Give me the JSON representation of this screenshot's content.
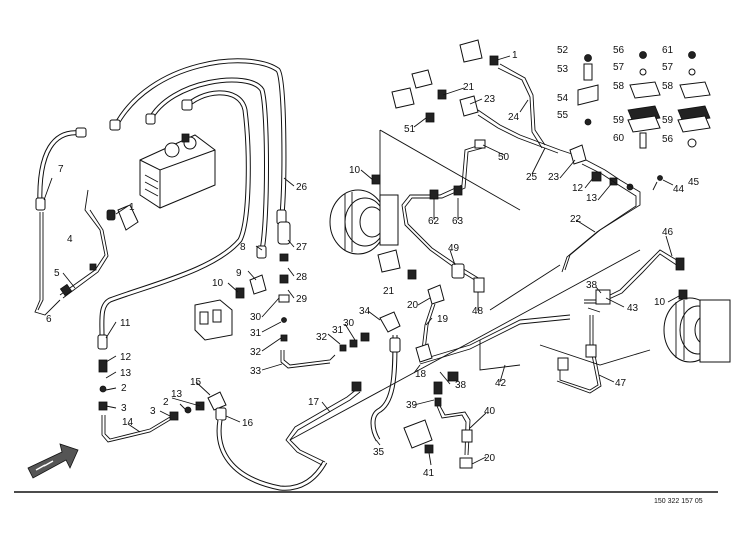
{
  "drawing_reference": "150 322 157 05",
  "callouts": [
    {
      "id": "c1a",
      "text": "1"
    },
    {
      "id": "c1b",
      "text": "1"
    },
    {
      "id": "c2a",
      "text": "2"
    },
    {
      "id": "c2b",
      "text": "2"
    },
    {
      "id": "c3a",
      "text": "3"
    },
    {
      "id": "c3b",
      "text": "3"
    },
    {
      "id": "c4",
      "text": "4"
    },
    {
      "id": "c5",
      "text": "5"
    },
    {
      "id": "c6",
      "text": "6"
    },
    {
      "id": "c7",
      "text": "7"
    },
    {
      "id": "c8",
      "text": "8"
    },
    {
      "id": "c9",
      "text": "9"
    },
    {
      "id": "c10a",
      "text": "10"
    },
    {
      "id": "c10b",
      "text": "10"
    },
    {
      "id": "c10c",
      "text": "10"
    },
    {
      "id": "c11",
      "text": "11"
    },
    {
      "id": "c12a",
      "text": "12"
    },
    {
      "id": "c12b",
      "text": "12"
    },
    {
      "id": "c13a",
      "text": "13"
    },
    {
      "id": "c13b",
      "text": "13"
    },
    {
      "id": "c13c",
      "text": "13"
    },
    {
      "id": "c14",
      "text": "14"
    },
    {
      "id": "c15",
      "text": "15"
    },
    {
      "id": "c16",
      "text": "16"
    },
    {
      "id": "c17",
      "text": "17"
    },
    {
      "id": "c18",
      "text": "18"
    },
    {
      "id": "c19",
      "text": "19"
    },
    {
      "id": "c20a",
      "text": "20"
    },
    {
      "id": "c20b",
      "text": "20"
    },
    {
      "id": "c21a",
      "text": "21"
    },
    {
      "id": "c21b",
      "text": "21"
    },
    {
      "id": "c22",
      "text": "22"
    },
    {
      "id": "c23a",
      "text": "23"
    },
    {
      "id": "c23b",
      "text": "23"
    },
    {
      "id": "c24",
      "text": "24"
    },
    {
      "id": "c25",
      "text": "25"
    },
    {
      "id": "c26",
      "text": "26"
    },
    {
      "id": "c27",
      "text": "27"
    },
    {
      "id": "c28",
      "text": "28"
    },
    {
      "id": "c29",
      "text": "29"
    },
    {
      "id": "c30a",
      "text": "30"
    },
    {
      "id": "c30b",
      "text": "30"
    },
    {
      "id": "c31a",
      "text": "31"
    },
    {
      "id": "c31b",
      "text": "31"
    },
    {
      "id": "c32a",
      "text": "32"
    },
    {
      "id": "c32b",
      "text": "32"
    },
    {
      "id": "c33",
      "text": "33"
    },
    {
      "id": "c34",
      "text": "34"
    },
    {
      "id": "c35",
      "text": "35"
    },
    {
      "id": "c38a",
      "text": "38"
    },
    {
      "id": "c38b",
      "text": "38"
    },
    {
      "id": "c39",
      "text": "39"
    },
    {
      "id": "c40",
      "text": "40"
    },
    {
      "id": "c41",
      "text": "41"
    },
    {
      "id": "c42",
      "text": "42"
    },
    {
      "id": "c43",
      "text": "43"
    },
    {
      "id": "c44",
      "text": "44"
    },
    {
      "id": "c45",
      "text": "45"
    },
    {
      "id": "c46",
      "text": "46"
    },
    {
      "id": "c47",
      "text": "47"
    },
    {
      "id": "c48",
      "text": "48"
    },
    {
      "id": "c49",
      "text": "49"
    },
    {
      "id": "c50",
      "text": "50"
    },
    {
      "id": "c51",
      "text": "51"
    },
    {
      "id": "c52",
      "text": "52"
    },
    {
      "id": "c53",
      "text": "53"
    },
    {
      "id": "c54",
      "text": "54"
    },
    {
      "id": "c55",
      "text": "55"
    },
    {
      "id": "c56a",
      "text": "56"
    },
    {
      "id": "c56b",
      "text": "56"
    },
    {
      "id": "c57a",
      "text": "57"
    },
    {
      "id": "c57b",
      "text": "57"
    },
    {
      "id": "c58a",
      "text": "58"
    },
    {
      "id": "c58b",
      "text": "58"
    },
    {
      "id": "c59a",
      "text": "59"
    },
    {
      "id": "c59b",
      "text": "59"
    },
    {
      "id": "c60",
      "text": "60"
    },
    {
      "id": "c61",
      "text": "61"
    },
    {
      "id": "c62",
      "text": "62"
    },
    {
      "id": "c63",
      "text": "63"
    }
  ]
}
